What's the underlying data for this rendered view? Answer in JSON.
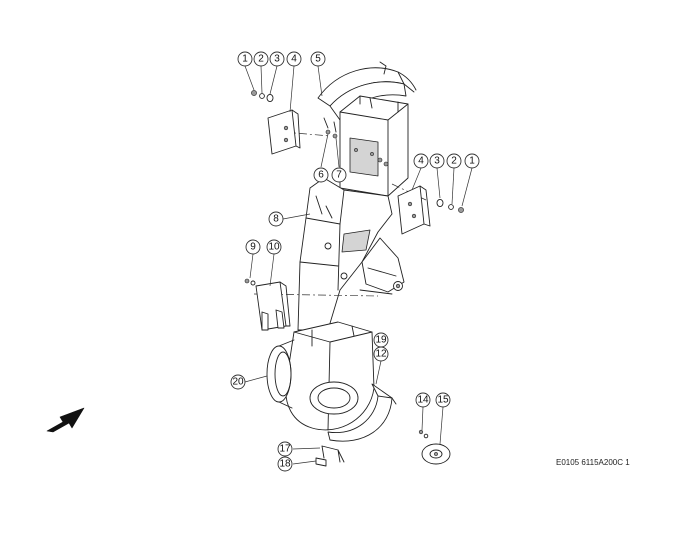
{
  "reference_code": "E0105 6115A200C 1",
  "callouts": [
    {
      "id": "c1a",
      "label": "1"
    },
    {
      "id": "c2a",
      "label": "2"
    },
    {
      "id": "c3a",
      "label": "3"
    },
    {
      "id": "c4a",
      "label": "4"
    },
    {
      "id": "c5",
      "label": "5"
    },
    {
      "id": "c6",
      "label": "6"
    },
    {
      "id": "c7",
      "label": "7"
    },
    {
      "id": "c8",
      "label": "8"
    },
    {
      "id": "c4b",
      "label": "4"
    },
    {
      "id": "c3b",
      "label": "3"
    },
    {
      "id": "c2b",
      "label": "2"
    },
    {
      "id": "c1b",
      "label": "1"
    },
    {
      "id": "c9",
      "label": "9"
    },
    {
      "id": "c10",
      "label": "10"
    },
    {
      "id": "c19",
      "label": "19"
    },
    {
      "id": "c12",
      "label": "12"
    },
    {
      "id": "c20",
      "label": "20"
    },
    {
      "id": "c14",
      "label": "14"
    },
    {
      "id": "c15",
      "label": "15"
    },
    {
      "id": "c17",
      "label": "17"
    },
    {
      "id": "c18",
      "label": "18"
    }
  ]
}
